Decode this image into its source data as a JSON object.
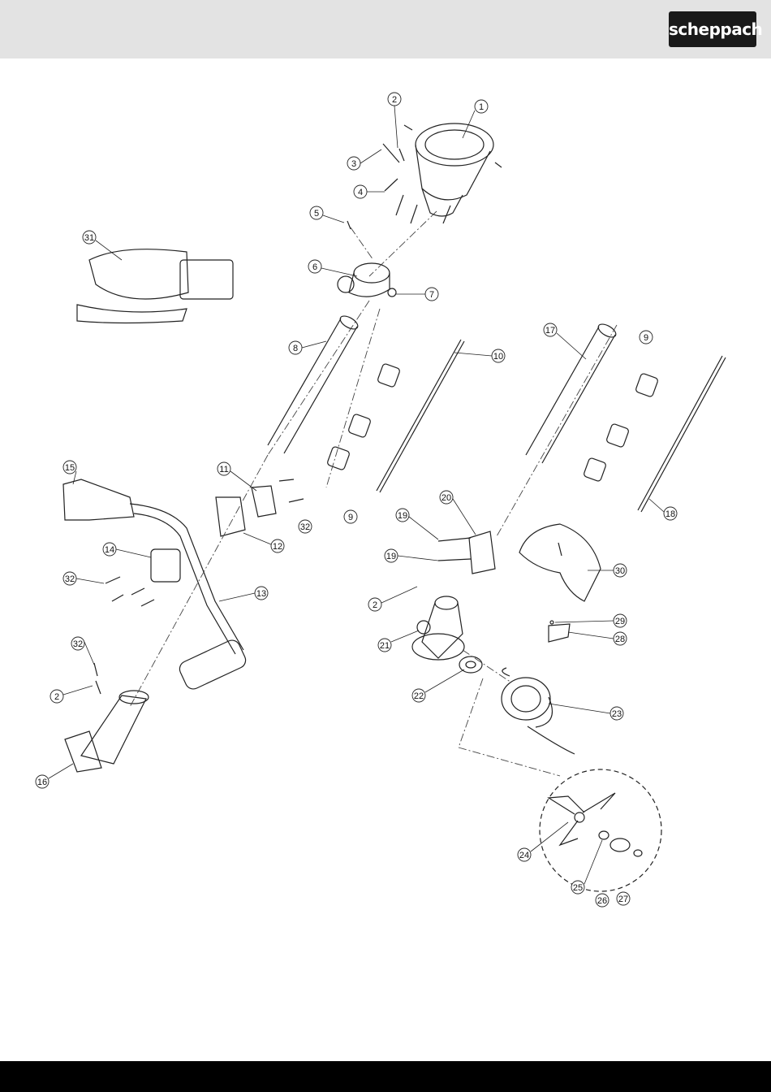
{
  "header": {
    "brand": "scheppach"
  },
  "diagram": {
    "type": "exploded-parts-view",
    "parts": [
      {
        "id": "1",
        "label": "1"
      },
      {
        "id": "2a",
        "label": "2"
      },
      {
        "id": "3",
        "label": "3"
      },
      {
        "id": "4",
        "label": "4"
      },
      {
        "id": "5",
        "label": "5"
      },
      {
        "id": "6",
        "label": "6"
      },
      {
        "id": "7",
        "label": "7"
      },
      {
        "id": "8",
        "label": "8"
      },
      {
        "id": "9a",
        "label": "9"
      },
      {
        "id": "9b",
        "label": "9"
      },
      {
        "id": "10",
        "label": "10"
      },
      {
        "id": "11",
        "label": "11"
      },
      {
        "id": "12",
        "label": "12"
      },
      {
        "id": "13",
        "label": "13"
      },
      {
        "id": "14",
        "label": "14"
      },
      {
        "id": "15",
        "label": "15"
      },
      {
        "id": "16",
        "label": "16"
      },
      {
        "id": "17",
        "label": "17"
      },
      {
        "id": "18",
        "label": "18"
      },
      {
        "id": "19a",
        "label": "19"
      },
      {
        "id": "19b",
        "label": "19"
      },
      {
        "id": "20",
        "label": "20"
      },
      {
        "id": "21",
        "label": "21"
      },
      {
        "id": "22",
        "label": "22"
      },
      {
        "id": "23",
        "label": "23"
      },
      {
        "id": "24",
        "label": "24"
      },
      {
        "id": "25",
        "label": "25"
      },
      {
        "id": "26",
        "label": "26"
      },
      {
        "id": "27",
        "label": "27"
      },
      {
        "id": "28",
        "label": "28"
      },
      {
        "id": "29",
        "label": "29"
      },
      {
        "id": "30",
        "label": "30"
      },
      {
        "id": "31",
        "label": "31"
      },
      {
        "id": "32a",
        "label": "32"
      },
      {
        "id": "32b",
        "label": "32"
      },
      {
        "id": "32c",
        "label": "32"
      },
      {
        "id": "2b",
        "label": "2"
      },
      {
        "id": "2c",
        "label": "2"
      }
    ]
  }
}
